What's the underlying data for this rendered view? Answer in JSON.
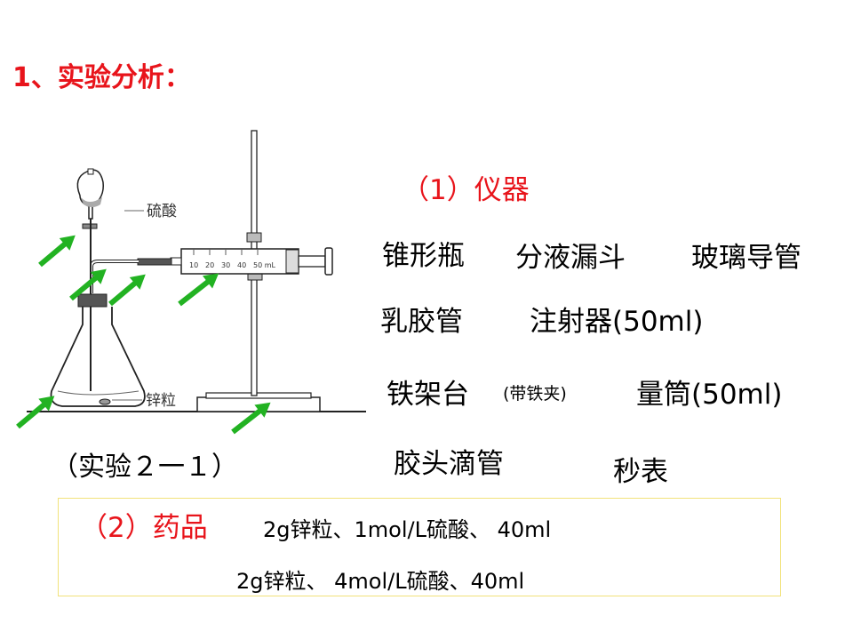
{
  "heading": "1、实验分析：",
  "instruments": {
    "section_label": "（1）仪器",
    "items": [
      "锥形瓶",
      "分液漏斗",
      "玻璃导管",
      "乳胶管",
      "注射器(50ml)",
      "铁架台",
      "(带铁夹)",
      "量筒(50ml)",
      "胶头滴管",
      "秒表"
    ]
  },
  "figure": {
    "caption": "（实验２一１）",
    "label_acid": "硫酸",
    "label_zinc": "锌粒",
    "syringe_scale": [
      "10",
      "20",
      "30",
      "40",
      "50 mL"
    ],
    "arrow_color": "#22b222"
  },
  "reagents": {
    "section_label": "（2）药品",
    "line1": "2g锌粒、1mol/L硫酸、 40ml",
    "line2": "2g锌粒、 4mol/L硫酸、40ml"
  },
  "colors": {
    "accent_red": "#e8141b",
    "box_border": "#f2e27a",
    "arrow_green": "#22b222"
  }
}
